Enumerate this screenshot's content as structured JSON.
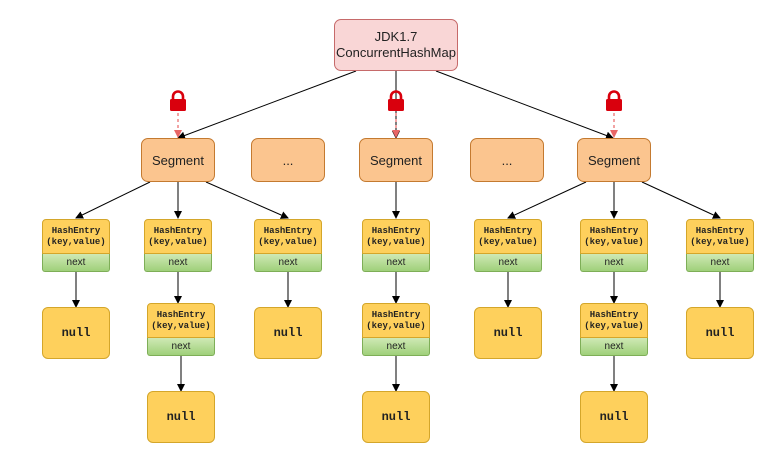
{
  "root": {
    "line1": "JDK1.7",
    "line2": "ConcurrentHashMap"
  },
  "segment_label": "Segment",
  "ellipsis_label": "...",
  "entry": {
    "line1": "HashEntry",
    "line2": "(key,value)",
    "next": "next"
  },
  "null_label": "null",
  "colors": {
    "root_fill": "#f9d6d6",
    "segment_fill": "#fbc58f",
    "entry_fill": "#fed05c",
    "next_fill": "#9fd07a",
    "lock": "#d9000d",
    "lock_arrow": "#e86666"
  },
  "icons": [
    "lock-icon"
  ]
}
